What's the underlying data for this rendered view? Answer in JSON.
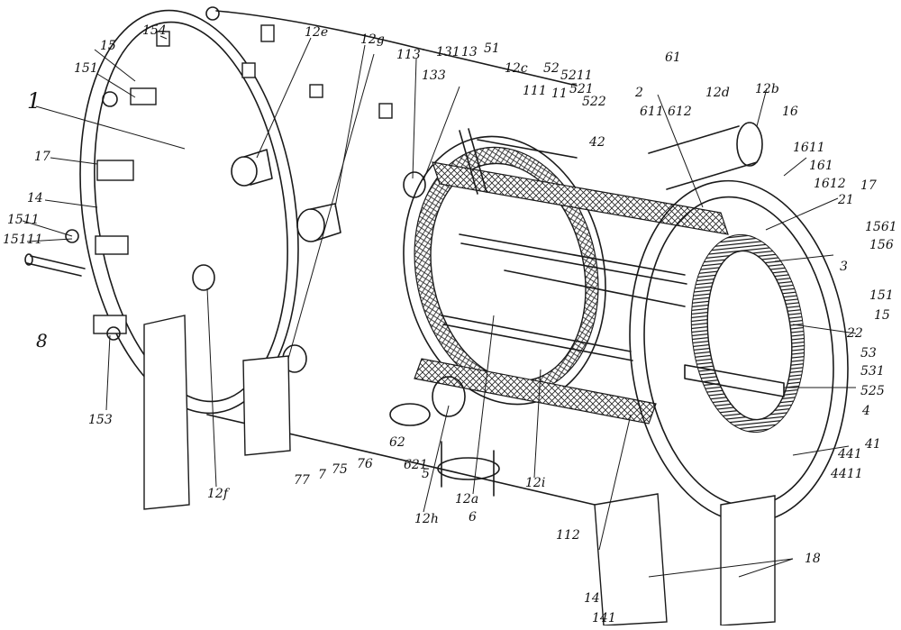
{
  "labels": {
    "l154": "154",
    "l15a": "15",
    "l151a": "151",
    "l1": "1",
    "l17a": "17",
    "l14a": "14",
    "l1511": "1511",
    "l15111": "15111",
    "l8": "8",
    "l153": "153",
    "l12e": "12e",
    "l12g": "12g",
    "l113": "113",
    "l133": "133",
    "l131": "131",
    "l13": "13",
    "l51": "51",
    "l12c": "12c",
    "l52": "52",
    "l111": "111",
    "l11": "11",
    "l5211": "5211",
    "l521": "521",
    "l522": "522",
    "l2": "2",
    "l61": "61",
    "l611": "611",
    "l612": "612",
    "l42": "42",
    "l12d": "12d",
    "l12b": "12b",
    "l16": "16",
    "l1611": "1611",
    "l161": "161",
    "l1612": "1612",
    "l17b": "17",
    "l21": "21",
    "l1561": "1561",
    "l156": "156",
    "l3": "3",
    "l151b": "151",
    "l15b": "15",
    "l22": "22",
    "l53": "53",
    "l531": "531",
    "l525": "525",
    "l4": "4",
    "l41": "41",
    "l441": "441",
    "l4411": "4411",
    "l12f": "12f",
    "l77": "77",
    "l7": "7",
    "l75": "75",
    "l76": "76",
    "l62": "62",
    "l621": "621",
    "l5": "5",
    "l12h": "12h",
    "l12a": "12a",
    "l6": "6",
    "l12i": "12i",
    "l112": "112",
    "l14b": "14",
    "l141": "141",
    "l18": "18"
  }
}
